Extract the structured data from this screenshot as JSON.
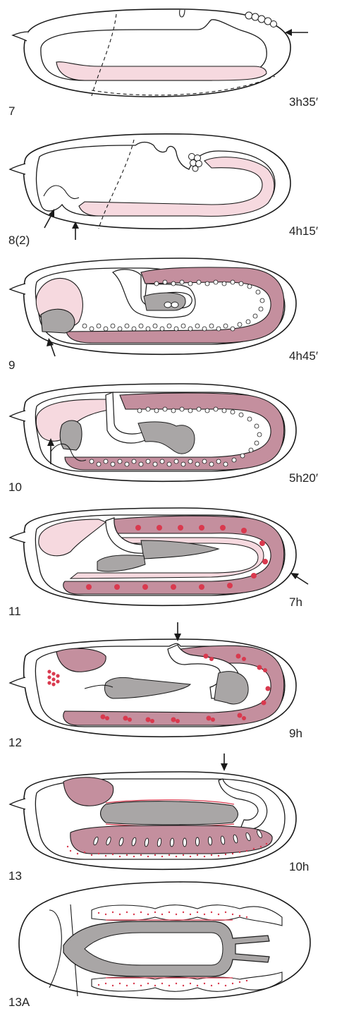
{
  "colors": {
    "pink_light": "#f6d9df",
    "mauve": "#c48f9e",
    "mauve_dark": "#b47a8c",
    "gray": "#a9a6a6",
    "red": "#d9394e",
    "outline": "#1a1a1a"
  },
  "stages": [
    {
      "id": "7",
      "label": "7",
      "time": "3h35′"
    },
    {
      "id": "8",
      "label": "8(2)",
      "time": "4h15′"
    },
    {
      "id": "9",
      "label": "9",
      "time": "4h45′"
    },
    {
      "id": "10",
      "label": "10",
      "time": "5h20′"
    },
    {
      "id": "11",
      "label": "11",
      "time": "7h"
    },
    {
      "id": "12",
      "label": "12",
      "time": "9h"
    },
    {
      "id": "13",
      "label": "13",
      "time": "10h"
    },
    {
      "id": "13A",
      "label": "13A",
      "time": ""
    }
  ]
}
